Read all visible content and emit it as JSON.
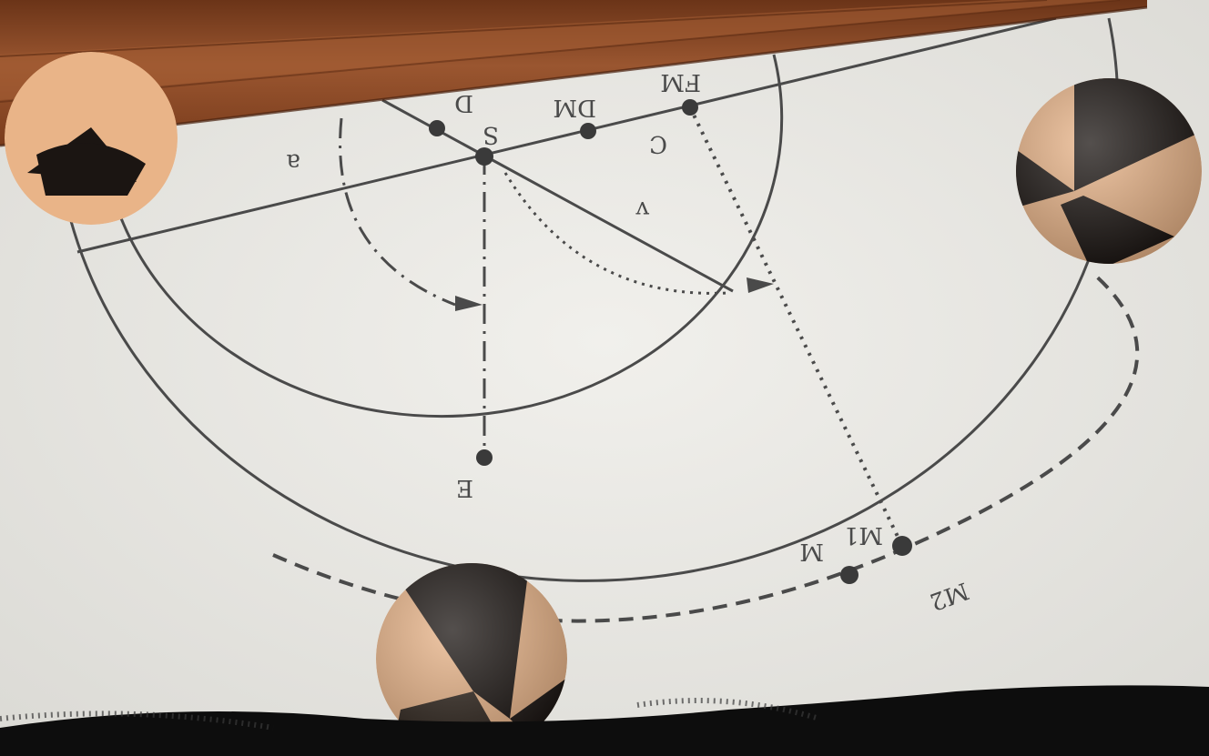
{
  "image": {
    "description_type": "photo",
    "colors": {
      "paper": "#e9e8e4",
      "ink": "#4a4a4a",
      "wood": "#8a4a26",
      "ball_dark": "#1b1512",
      "ball_light": "#e9b488",
      "floor": "#0d0d0d"
    }
  },
  "diagram": {
    "labels": {
      "S": "S",
      "D": "D",
      "DM": "DM",
      "FM": "FM",
      "C": "C",
      "a": "a",
      "v": "v",
      "E": "E",
      "M": "M",
      "M1": "M1",
      "M2": "M2"
    }
  }
}
